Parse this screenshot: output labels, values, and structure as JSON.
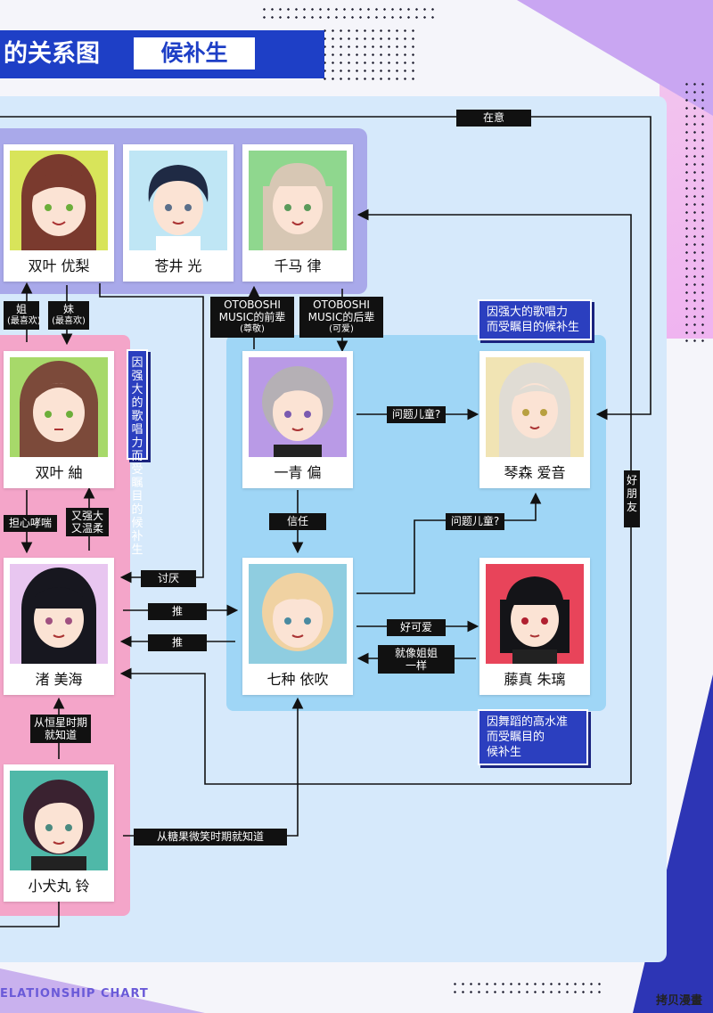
{
  "header": {
    "title": "的关系图",
    "tag": "候补生"
  },
  "footer": {
    "text": "ELATIONSHIP CHART"
  },
  "watermark": "拷贝漫畫",
  "characters": {
    "futaba_yuri": {
      "name": "双叶 优梨",
      "hair": "#7a3a2e",
      "bg": "#d8e45a",
      "eye": "#6cae3a"
    },
    "aoi_hikari": {
      "name": "苍井 光",
      "hair": "#1f2a44",
      "bg": "#bfe6f5",
      "eye": "#5a6f8a"
    },
    "chima_ritsu": {
      "name": "千马 律",
      "hair": "#d7c7b4",
      "bg": "#8fd78e",
      "eye": "#5a9a5a"
    },
    "futaba_tsumugi": {
      "name": "双叶 紬",
      "hair": "#7c4a3a",
      "bg": "#a7d96a",
      "eye": "#6cae3a"
    },
    "ichinose_hen": {
      "name": "一青 偏",
      "hair": "#b5b0b5",
      "bg": "#b99ae6",
      "eye": "#7a5ab0"
    },
    "kotomori_aine": {
      "name": "琴森 爱音",
      "hair": "#e0dcd4",
      "bg": "#f1e4b4",
      "eye": "#b8a040"
    },
    "nagisa_mimi": {
      "name": "渚 美海",
      "hair": "#17171f",
      "bg": "#e8c6f0",
      "eye": "#a05080"
    },
    "nanakusa_ibuki": {
      "name": "七种 依吹",
      "hair": "#f0d2a2",
      "bg": "#8fcde0",
      "eye": "#4a8aa0"
    },
    "fujima_akari": {
      "name": "藤真 朱璃",
      "hair": "#141418",
      "bg": "#e8445a",
      "eye": "#b02030"
    },
    "koinumaru_rin": {
      "name": "小犬丸 铃",
      "hair": "#3a2230",
      "bg": "#4fb8a8",
      "eye": "#4a8a80"
    }
  },
  "labels": {
    "zaiyi": "在意",
    "ane_1": "姐",
    "ane_2": "(最喜欢)",
    "imouto_1": "妹",
    "imouto_2": "(最喜欢)",
    "senpai_1": "OTOBOSHI",
    "senpai_2": "MUSIC的前辈",
    "senpai_3": "(尊敬)",
    "kouhai_1": "OTOBOSHI",
    "kouhai_2": "MUSIC的后辈",
    "kouhai_3": "(可爱)",
    "mondai_1": "问题儿童?",
    "mondai_2": "问题儿童?",
    "shinrai": "信任",
    "tanomoshii": "担心哮喘",
    "tsuyoi_1": "又强大",
    "tsuyoi_2": "又温柔",
    "kirai": "讨厌",
    "oshi_1": "推",
    "oshi_2": "推",
    "kawaii": "好可爱",
    "aneki_1": "就像姐姐",
    "aneki_2": "一样",
    "koseisei_1": "从恒星时期",
    "koseisei_2": "就知道",
    "candy": "从糖果微笑时期就知道",
    "tomodachi": "好朋友"
  },
  "notes": {
    "aine_1": "因强大的歌唱力",
    "aine_2": "而受瞩目的候补生",
    "akari_1": "因舞蹈的高水准",
    "akari_2": "而受瞩目的",
    "akari_3": "候补生",
    "tsumugi": "因强大的歌唱力而受瞩目的候补生"
  }
}
